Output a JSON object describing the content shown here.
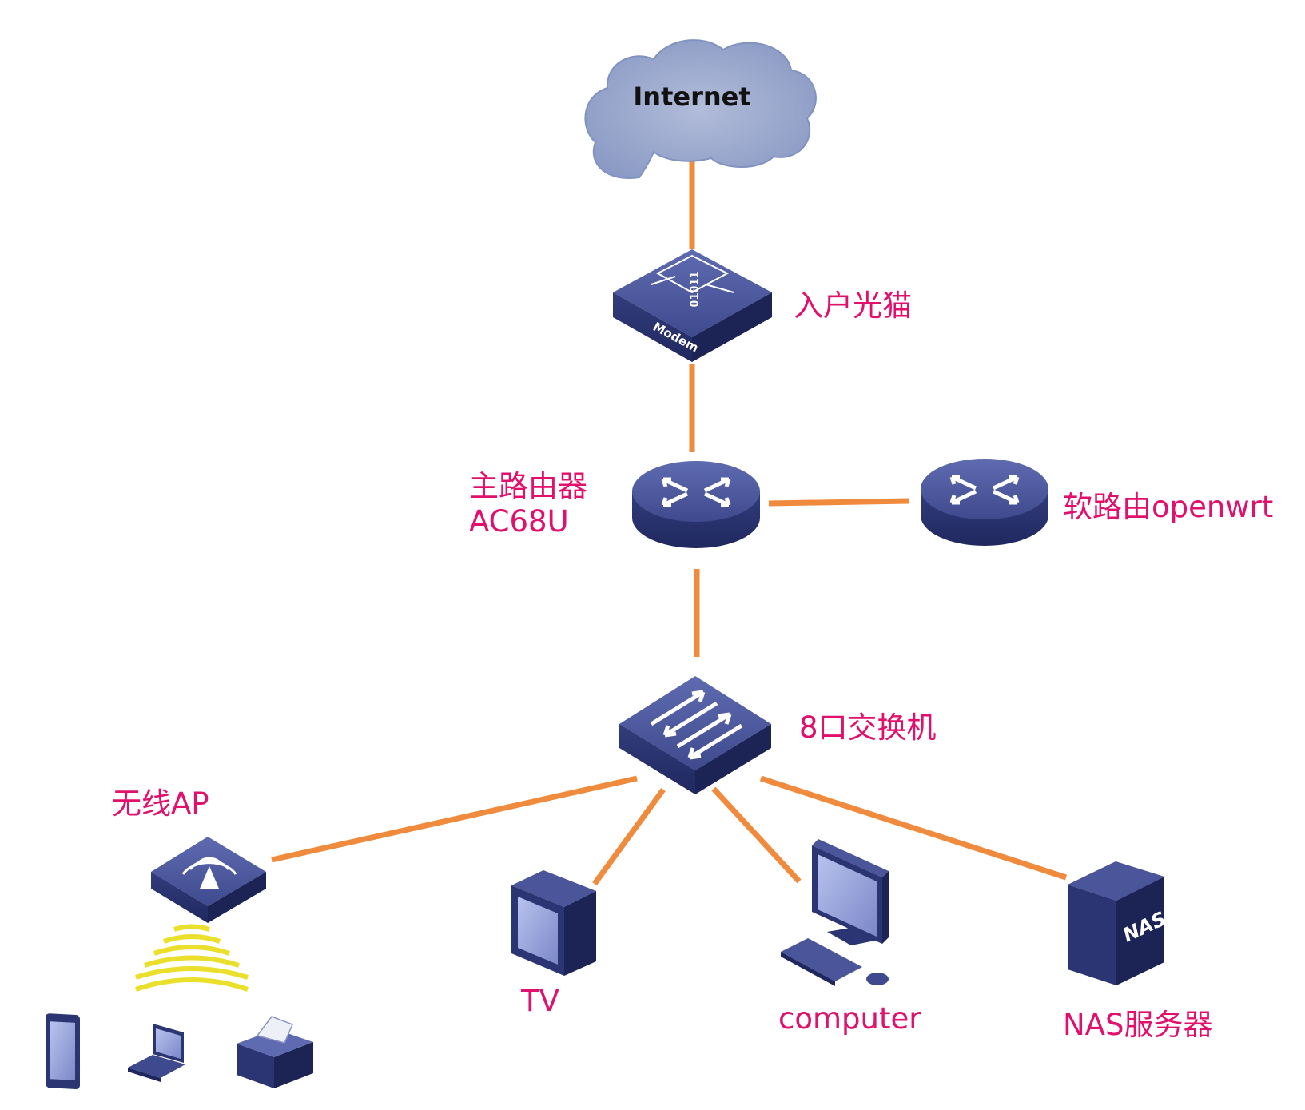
{
  "cloud": {
    "label": "Internet"
  },
  "devices": {
    "modem": {
      "label": "入户光猫",
      "face_text": "Modem",
      "bits_text": "01011"
    },
    "main_router": {
      "label_line1": "主路由器",
      "label_line2": "AC68U"
    },
    "soft_router": {
      "label": "软路由openwrt"
    },
    "switch": {
      "label": "8口交换机"
    },
    "wireless_ap": {
      "label": "无线AP"
    },
    "tv": {
      "label": "TV"
    },
    "computer": {
      "label": "computer"
    },
    "nas": {
      "label": "NAS服务器",
      "face_text": "NAS"
    }
  },
  "colors": {
    "link": "#f08a3c",
    "label": "#e0106c",
    "device_top": "#4a5699",
    "device_side": "#2b3573",
    "cloud": "#8f9fc6",
    "wifi_waves": "#eadf2a"
  }
}
